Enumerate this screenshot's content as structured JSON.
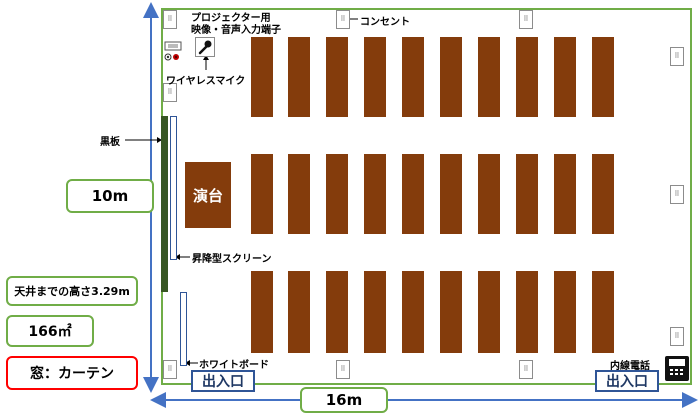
{
  "labels": {
    "projector": "プロジェクター用",
    "projector2": "映像・音声入力端子",
    "outlet": "コンセント",
    "wireless_mic": "ワイヤレスマイク",
    "blackboard": "黒板",
    "podium": "演台",
    "screen": "昇降型スクリーン",
    "whiteboard": "ホワイトボード",
    "phone": "内線電話",
    "exit_left": "出入口",
    "exit_right": "出入口"
  },
  "info": {
    "width_dim": "16m",
    "height_dim": "10m",
    "ceiling": "天井までの高さ3.29m",
    "area": "166㎡",
    "window": "窓：カーテン"
  },
  "colors": {
    "room_border": "#70ad47",
    "desk": "#843c0c",
    "blackboard": "#375623",
    "dimension_arrow": "#4472c4",
    "exit_border": "#2f5597",
    "window_border": "#ff0000"
  },
  "outlet_symbol": "⠿"
}
